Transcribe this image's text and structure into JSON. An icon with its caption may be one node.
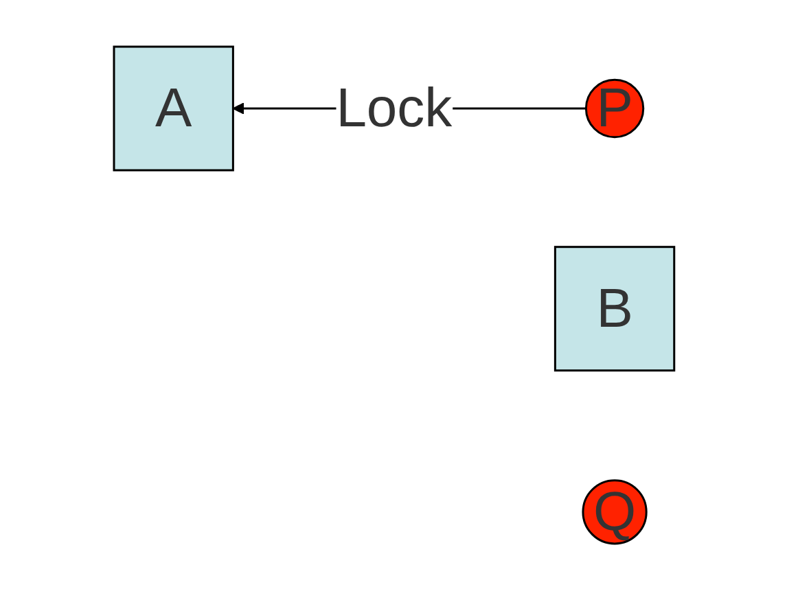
{
  "diagram": {
    "nodes": [
      {
        "text": [
          "A"
        ]
      },
      {
        "text": [
          "P"
        ]
      },
      {
        "text": [
          "B"
        ]
      },
      {
        "text": [
          "Q"
        ]
      }
    ],
    "edges": [
      {
        "from": 1,
        "to": 0,
        "arrow": "to",
        "label": "Lock"
      }
    ]
  }
}
